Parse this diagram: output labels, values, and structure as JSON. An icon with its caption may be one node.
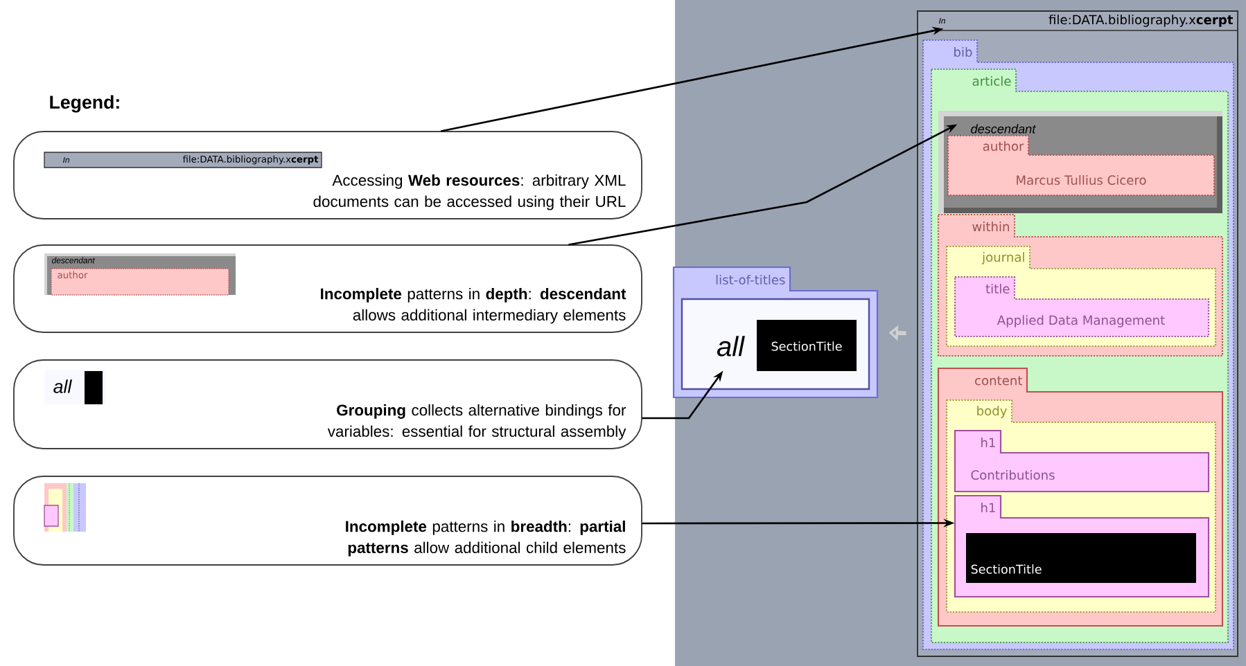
{
  "diagram": {
    "nodes": [
      {
        "text": [
          "Accessing **Web resources**: arbitrary XML documents can be accessed using their URL"
        ]
      },
      {
        "text": [
          "In",
          "file:DATA.bibliography.x**cerpt**"
        ],
        "in": 0
      },
      {
        "text": [
          "**Incomplete** patterns in **depth**: **descendant** allows additional intermediary elements"
        ]
      },
      {
        "text": [
          "descendant",
          "author"
        ],
        "in": 2
      },
      {
        "text": [
          "**Grouping** collects alternative bindings for variables: essential for structural assembly"
        ]
      },
      {
        "text": [
          "all"
        ],
        "in": 4
      },
      {
        "text": [
          "**Incomplete** patterns in **breadth**: **partial patterns** allow additional child elements"
        ]
      },
      {
        "text": [],
        "shape": "picture",
        "in": 6
      },
      {
        "text": [
          "list-of-titles"
        ]
      },
      {
        "text": [
          "all"
        ],
        "in": 8
      },
      {
        "text": [
          "SectionTitle"
        ],
        "in": 9
      },
      {
        "text": [
          "In",
          "file:DATA.bibliography.x**cerpt**"
        ]
      },
      {
        "text": [
          "bib"
        ],
        "in": 11
      },
      {
        "text": [
          "article"
        ],
        "in": 12
      },
      {
        "text": [
          "descendant"
        ],
        "in": 13
      },
      {
        "text": [
          "author",
          "Marcus Tullius Cicero"
        ],
        "in": 14
      },
      {
        "text": [
          "within"
        ],
        "in": 13
      },
      {
        "text": [
          "journal"
        ],
        "in": 16
      },
      {
        "text": [
          "title",
          "Applied Data Management"
        ],
        "in": 17
      },
      {
        "text": [
          "content"
        ],
        "in": 13
      },
      {
        "text": [
          "body"
        ],
        "in": 19
      },
      {
        "text": [
          "h1",
          "Contributions"
        ],
        "in": 20
      },
      {
        "text": [
          "h1"
        ],
        "in": 20
      },
      {
        "text": [
          "SectionTitle"
        ],
        "in": 22
      }
    ],
    "edges": [
      {
        "from": 0,
        "to": 11,
        "arrow": "to"
      },
      {
        "from": 2,
        "to": 14,
        "arrow": "to"
      },
      {
        "from": 4,
        "to": 9,
        "arrow": "to"
      },
      {
        "from": 6,
        "to": 22,
        "arrow": "to"
      },
      {
        "from": 11,
        "to": 8,
        "arrow": "to",
        "style": "thick",
        "color": "#d0d0d0"
      }
    ],
    "labels": [
      "Legend:"
    ]
  }
}
